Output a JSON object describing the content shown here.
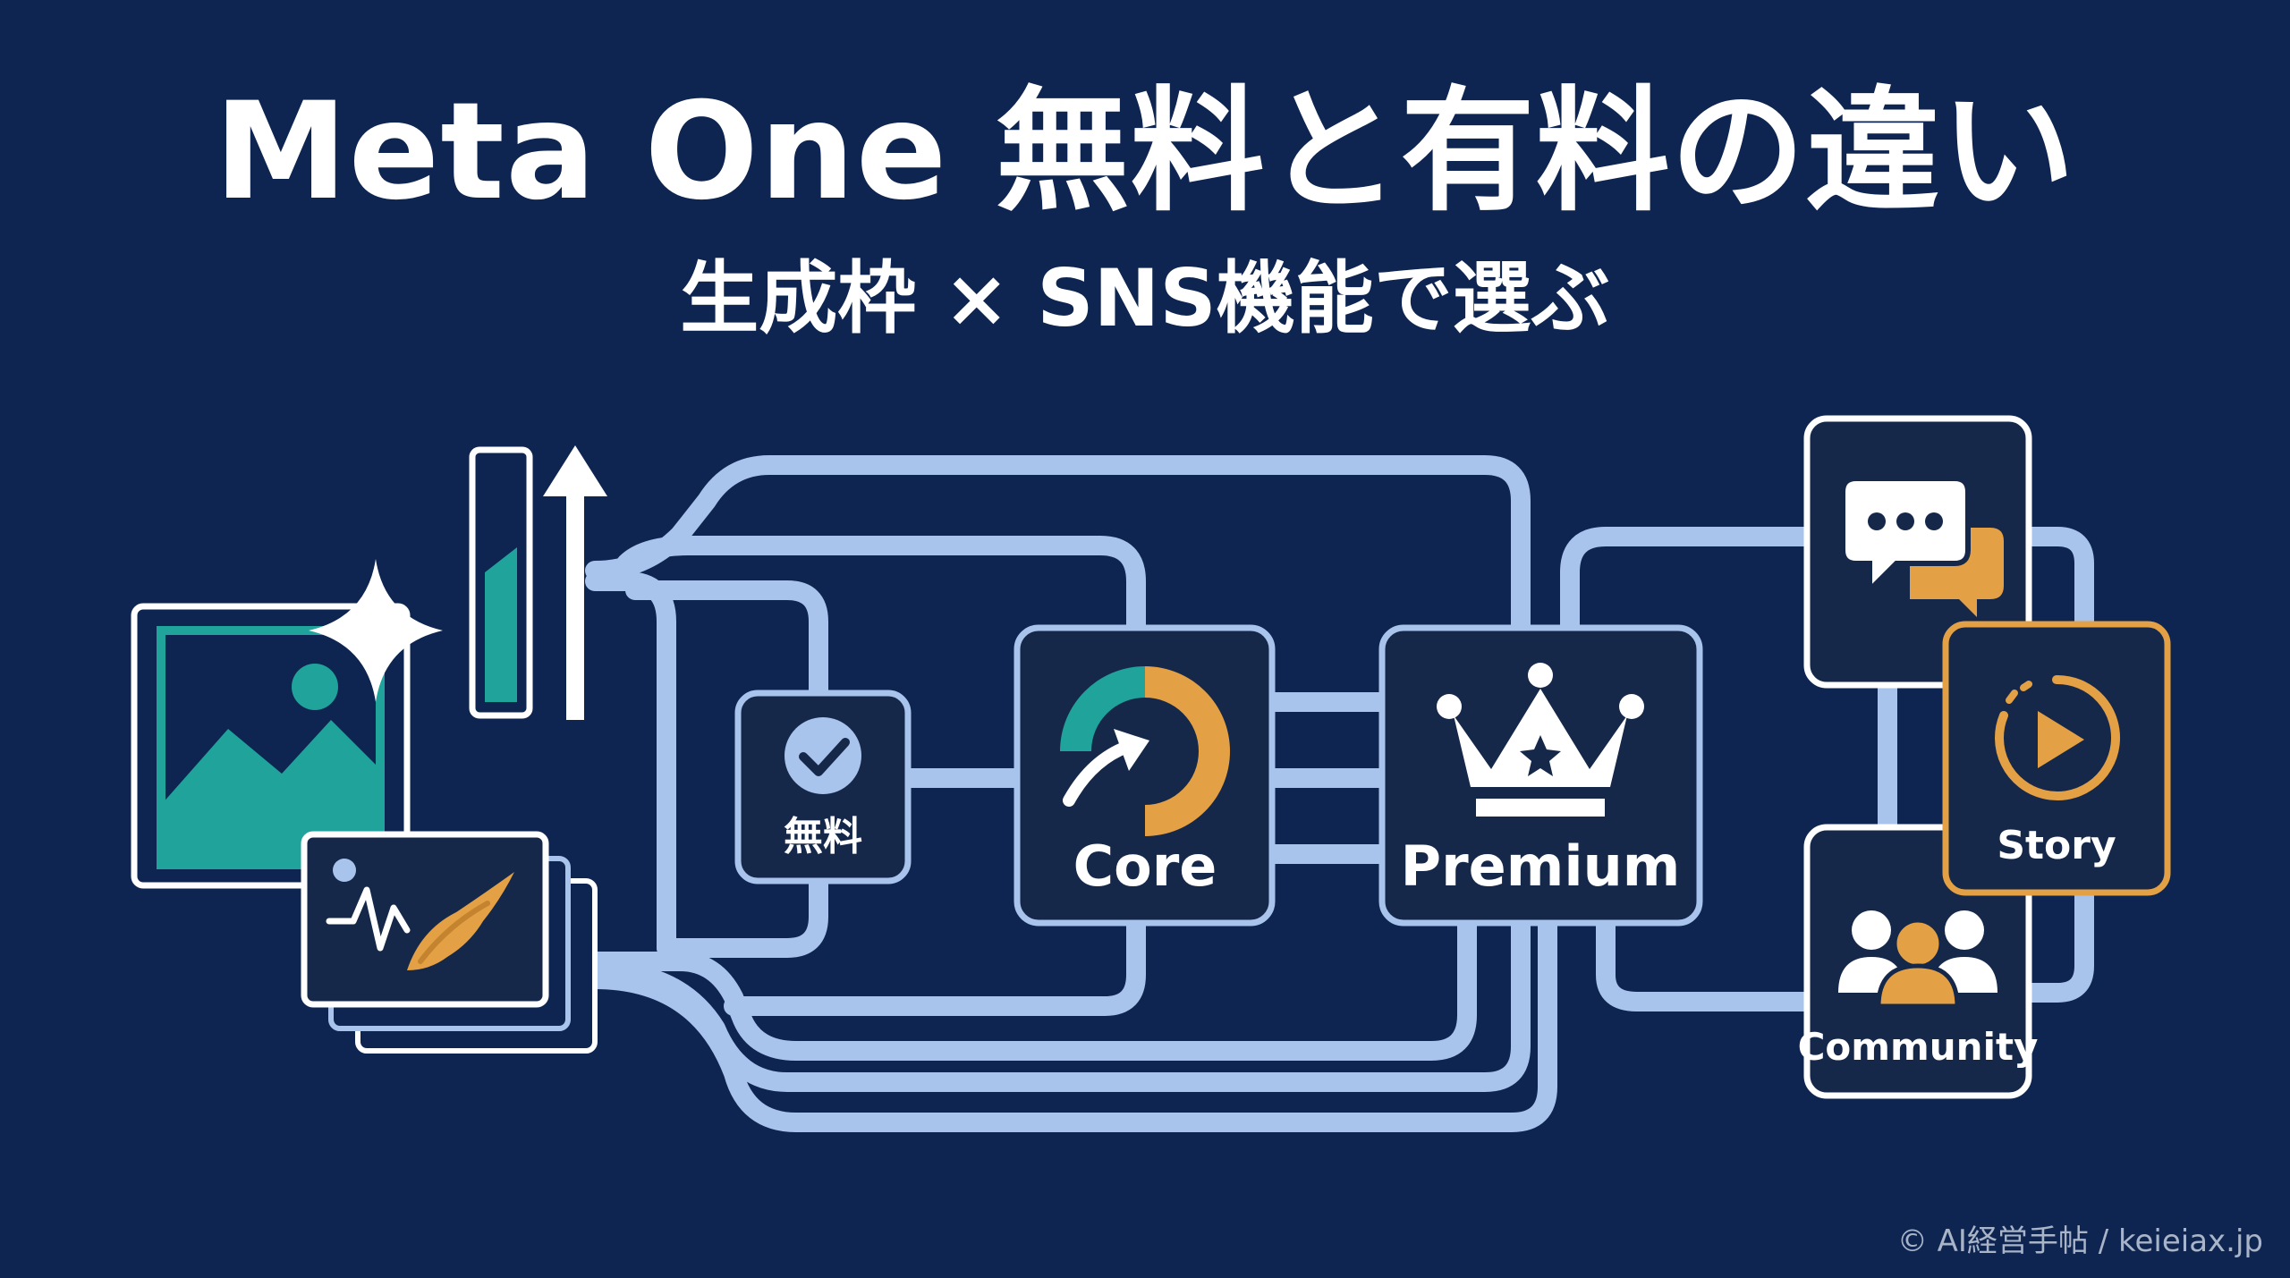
{
  "title": "Meta One 無料と有料の違い",
  "subtitle": "生成枠 × SNS機能で選ぶ",
  "nodes": {
    "free": "無料",
    "core": "Core",
    "premium": "Premium",
    "story": "Story",
    "community": "Community"
  },
  "icons": [
    "image-icon",
    "sparkle-icon",
    "usage-bar-icon",
    "up-arrow-icon",
    "edit-image-icon",
    "check-icon",
    "core-ring-icon",
    "crown-icon",
    "chat-icon",
    "play-icon",
    "people-icon"
  ],
  "colors": {
    "background": "#0d2550",
    "connector": "#a9c4ec",
    "teal": "#1fa39b",
    "orange": "#e3a044",
    "box": "#15284a"
  },
  "credit": "© AI経営手帖 / keieiax.jp"
}
